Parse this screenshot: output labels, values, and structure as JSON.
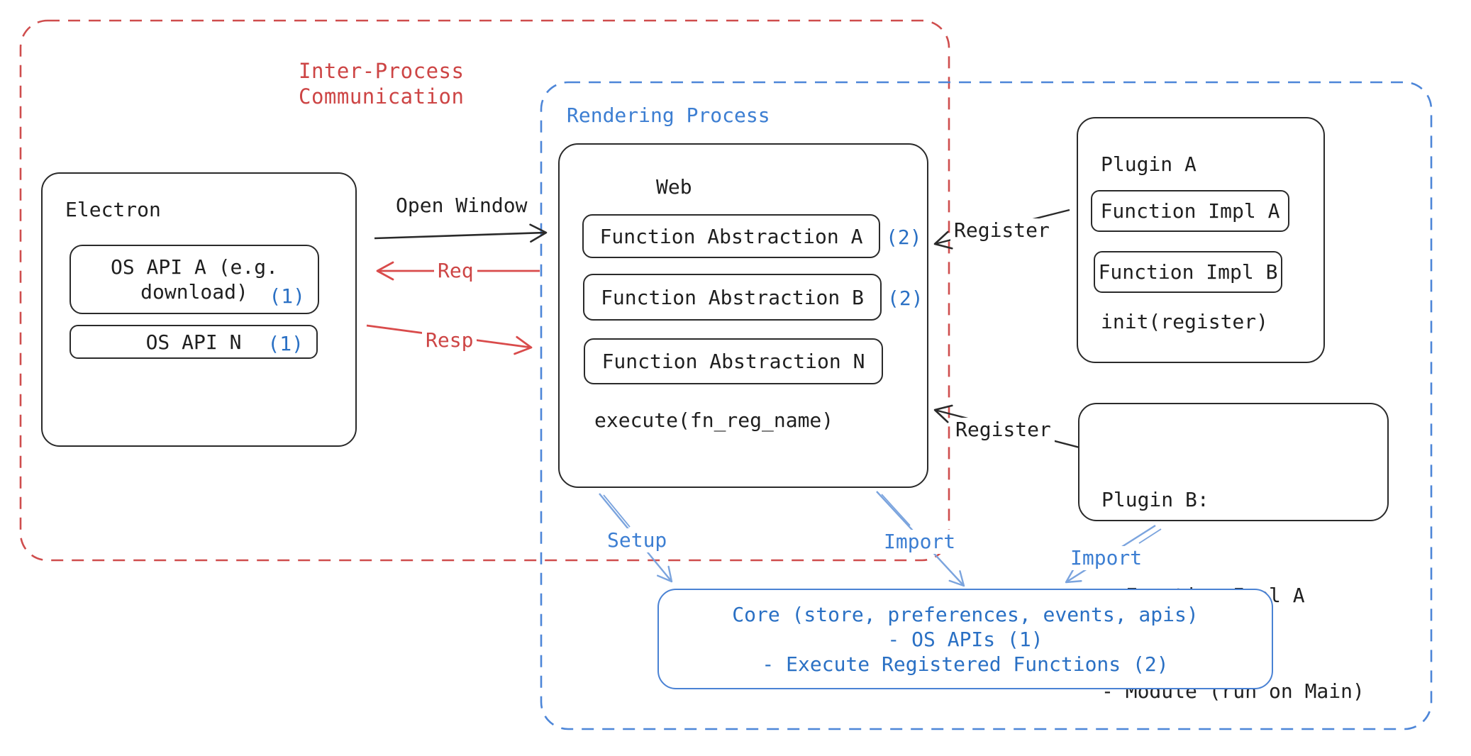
{
  "colors": {
    "red_border": "#cf4d4d",
    "red_text": "#cd4545",
    "red_arrow": "#d94b4b",
    "blue_border": "#4d86d8",
    "blue_text": "#2a70c4",
    "blue_arrow": "#7ba4de",
    "black": "#1f1f1f"
  },
  "regions": {
    "ipc_label": "Inter-Process\nCommunication",
    "rendering_label": "Rendering Process"
  },
  "electron": {
    "title": "Electron",
    "api_a_line1": "OS API A (e.g.",
    "api_a_line2": "download)",
    "api_a_badge": "(1)",
    "api_n_label": "OS API N",
    "api_n_badge": "(1)"
  },
  "web": {
    "title": "Web",
    "abstractions": [
      {
        "label": "Function Abstraction A",
        "badge": "(2)"
      },
      {
        "label": "Function Abstraction B",
        "badge": "(2)"
      },
      {
        "label": "Function Abstraction N",
        "badge": ""
      }
    ],
    "execute_label": "execute(fn_reg_name)"
  },
  "plugin_a": {
    "title": "Plugin A",
    "impls": [
      "Function Impl A",
      "Function Impl B"
    ],
    "init_label": "init(register)"
  },
  "plugin_b": {
    "title": "Plugin B:",
    "items": [
      "- Function Impl A",
      "- Module (run on Main)"
    ]
  },
  "core": {
    "lines": [
      "Core (store, preferences, events, apis)",
      "- OS APIs (1)",
      "- Execute Registered Functions (2)"
    ]
  },
  "arrows": {
    "open_window": "Open Window",
    "req": "Req",
    "resp": "Resp",
    "register_a": "Register",
    "register_b": "Register",
    "setup": "Setup",
    "import_web": "Import",
    "import_plugin": "Import"
  }
}
